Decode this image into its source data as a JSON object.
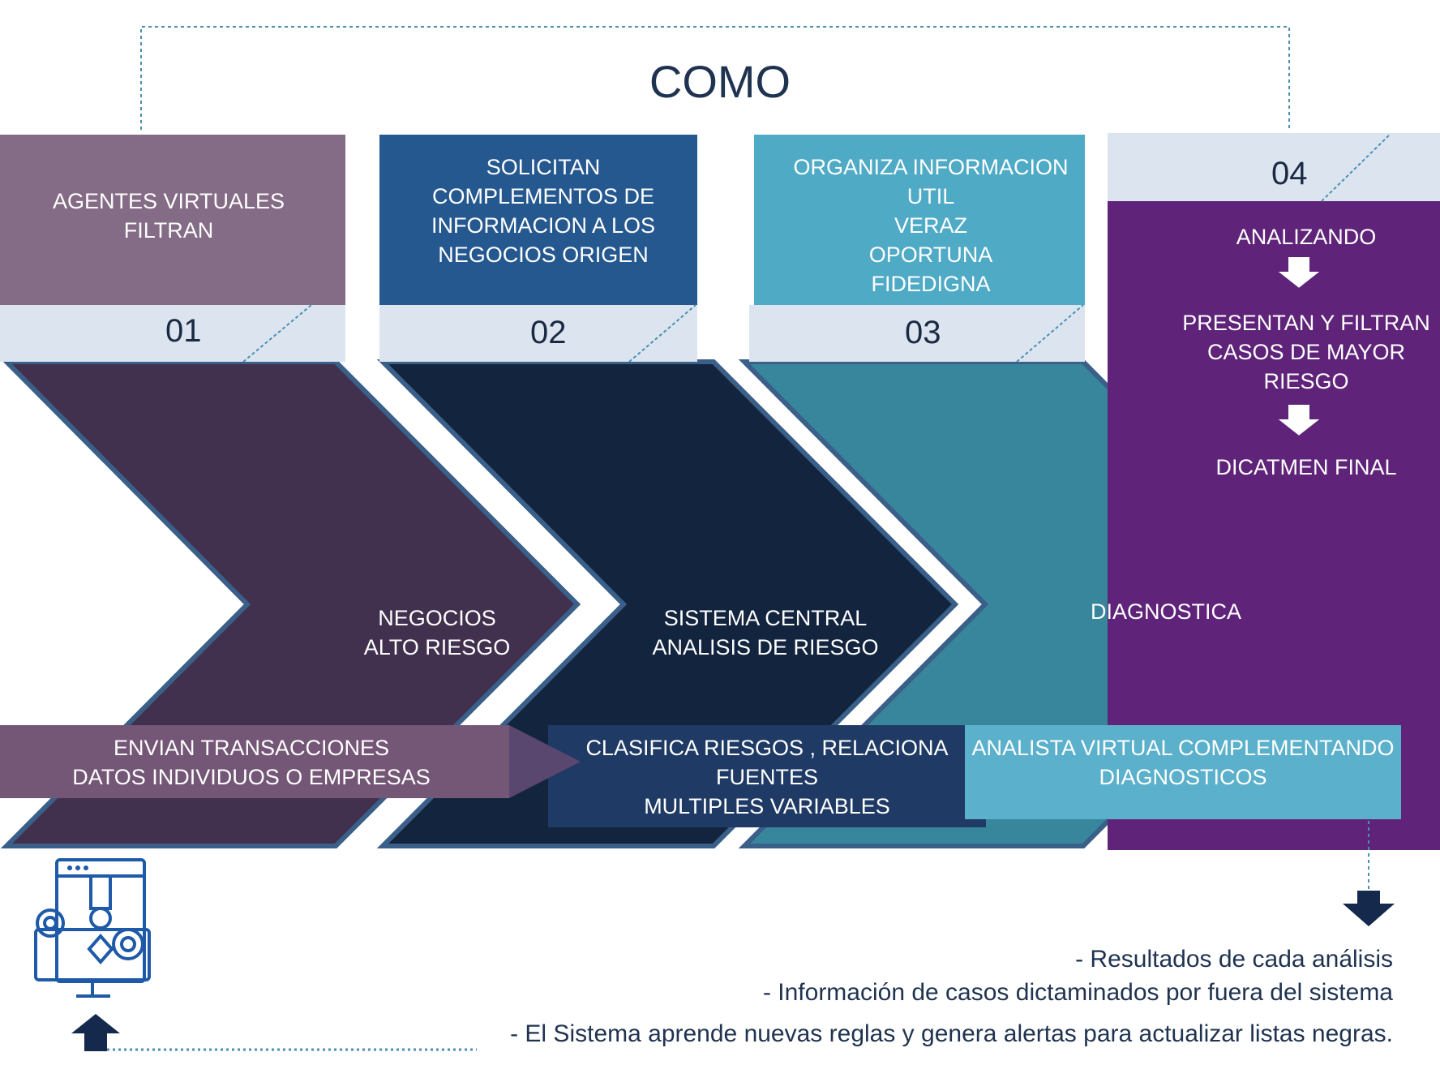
{
  "title": "COMO",
  "steps": [
    {
      "number": "01",
      "top_text": "AGENTES VIRTUALES\nFILTRAN",
      "arrow_text": "NEGOCIOS\nALTO RIESGO",
      "bottom_text": "ENVIAN TRANSACCIONES\nDATOS INDIVIDUOS  O EMPRESAS"
    },
    {
      "number": "02",
      "top_text": "SOLICITAN\nCOMPLEMENTOS DE\nINFORMACION A LOS\nNEGOCIOS ORIGEN",
      "arrow_text": "SISTEMA CENTRAL\nANALISIS DE RIESGO",
      "bottom_text": "CLASIFICA RIESGOS , RELACIONA\nFUENTES\nMULTIPLES VARIABLES"
    },
    {
      "number": "03",
      "top_text": "ORGANIZA INFORMACION\nUTIL\nVERAZ\nOPORTUNA\nFIDEDIGNA",
      "arrow_text": "DIAGNOSTICA",
      "bottom_text": "ANALISTA VIRTUAL COMPLEMENTANDO\nDIAGNOSTICOS"
    },
    {
      "number": "04",
      "items": [
        "ANALIZANDO",
        "PRESENTAN Y FILTRAN\nCASOS DE MAYOR\nRIESGO",
        "DICATMEN FINAL"
      ]
    }
  ],
  "footnotes": [
    "- Resultados de cada análisis",
    "- Información de casos dictaminados por fuera del sistema",
    "- El Sistema aprende nuevas reglas y genera alertas para actualizar listas negras."
  ],
  "colors": {
    "step1_top": "#846b86",
    "step2_top": "#265890",
    "step3_top": "#4faac6",
    "step4_panel": "#5f2479",
    "number_band": "#dce5ef",
    "chevron1": "#41304e",
    "chevron2": "#13243e",
    "chevron3": "#37869c",
    "bottom1": "#745676",
    "bottom2": "#1f3a64",
    "bottom3": "#5bb0cb",
    "title": "#1f3350"
  }
}
